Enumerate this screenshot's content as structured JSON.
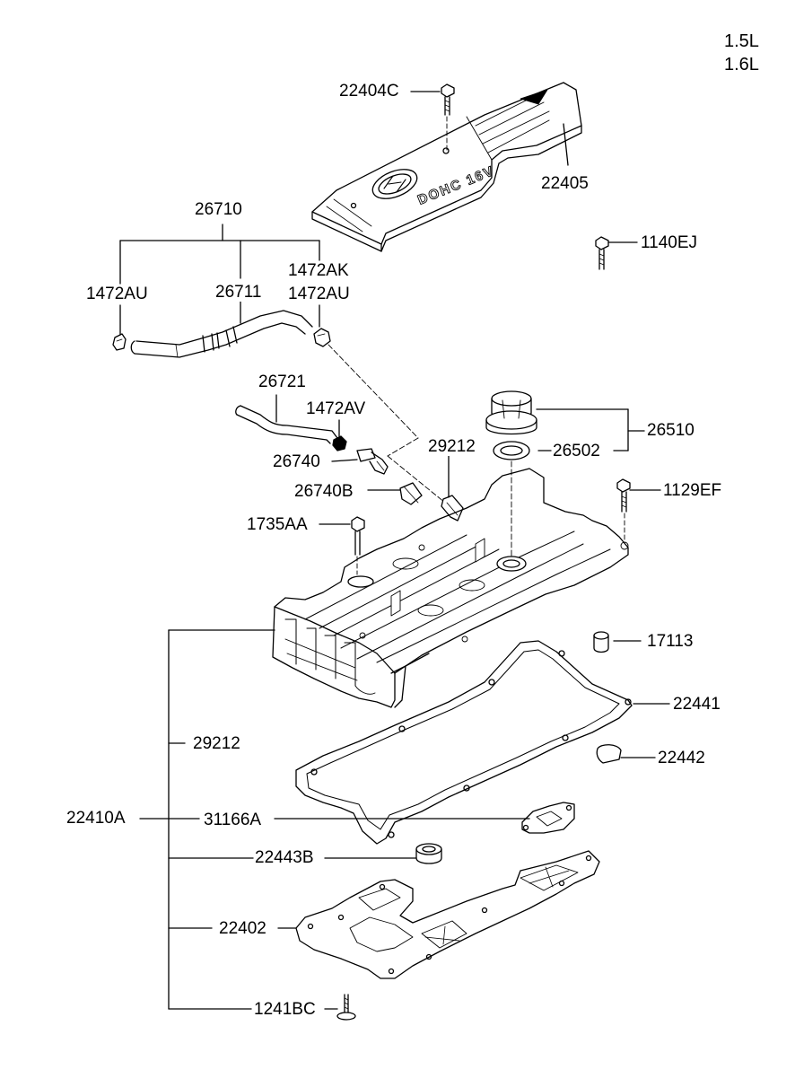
{
  "engine": {
    "line1": "1.5L",
    "line2": "1.6L"
  },
  "cover": {
    "emblem_text": "DOHC 16V"
  },
  "labels": {
    "p22404C": "22404C",
    "p22405": "22405",
    "p26710": "26710",
    "p1140EJ": "1140EJ",
    "p1472AU_left": "1472AU",
    "p26711": "26711",
    "p1472AK": "1472AK",
    "p1472AU_right": "1472AU",
    "p26721": "26721",
    "p1472AV": "1472AV",
    "p26510": "26510",
    "p29212_top": "29212",
    "p26502": "26502",
    "p26740": "26740",
    "p26740B": "26740B",
    "p1129EF": "1129EF",
    "p1735AA": "1735AA",
    "p17113": "17113",
    "p22441": "22441",
    "p29212_lower": "29212",
    "p22442": "22442",
    "p22410A": "22410A",
    "p31166A": "31166A",
    "p22443B": "22443B",
    "p22402": "22402",
    "p1241BC": "1241BC"
  }
}
